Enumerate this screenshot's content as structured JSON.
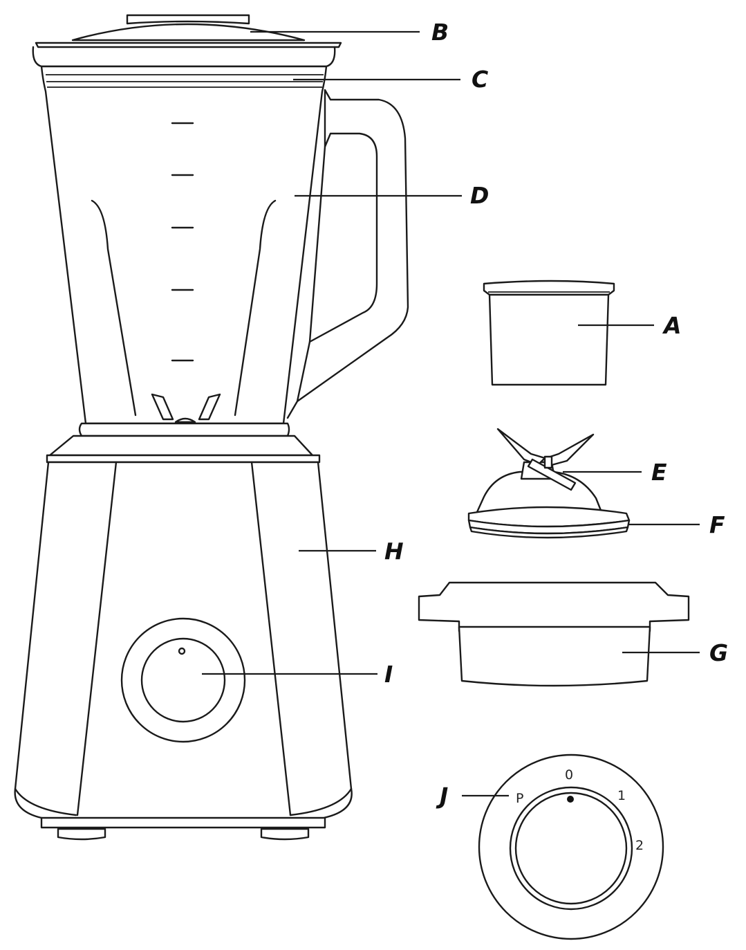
{
  "callouts": {
    "A": "A",
    "B": "B",
    "C": "C",
    "D": "D",
    "E": "E",
    "F": "F",
    "G": "G",
    "H": "H",
    "I": "I",
    "J": "J"
  },
  "dial": {
    "positions": [
      "P",
      "0",
      "1",
      "2"
    ]
  },
  "colors": {
    "line": "#1a1a1a",
    "background": "#ffffff"
  }
}
